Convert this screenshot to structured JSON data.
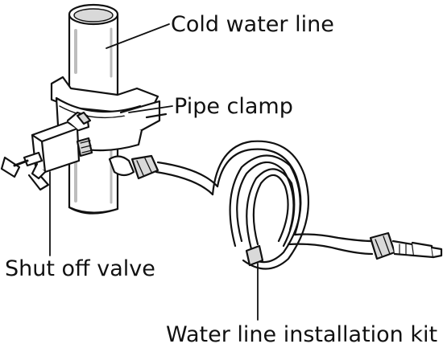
{
  "diagram": {
    "labels": {
      "cold_water_line": "Cold water line",
      "pipe_clamp": "Pipe clamp",
      "shut_off_valve": "Shut off valve",
      "water_line_installation_kit": "Water line installation kit"
    },
    "colors": {
      "ink": "#111111",
      "fill": "#ffffff",
      "shade": "#d9d9d9",
      "highlight": "#bdbdbd"
    }
  }
}
